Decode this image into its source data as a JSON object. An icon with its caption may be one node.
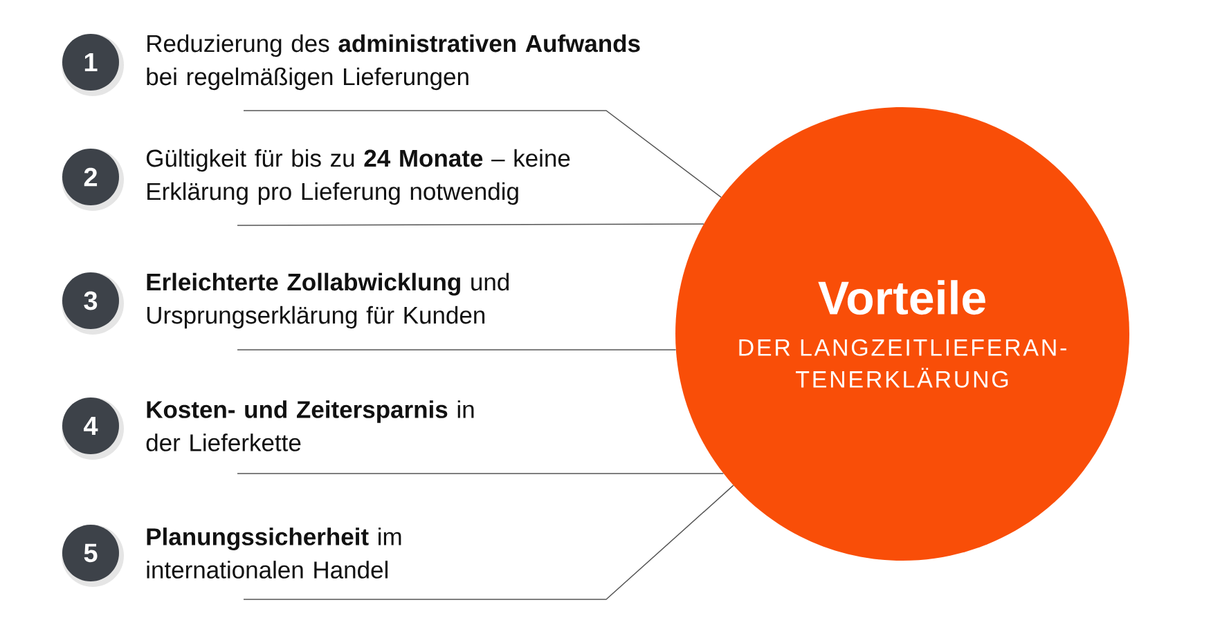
{
  "diagram": {
    "nodes": [
      {
        "text": [
          "Vorteile",
          "DER LANGZEITLIEFERAN-TENERKLÄRUNG"
        ]
      },
      {
        "text": [
          "1"
        ]
      },
      {
        "text": [
          "2"
        ]
      },
      {
        "text": [
          "3"
        ]
      },
      {
        "text": [
          "4"
        ]
      },
      {
        "text": [
          "5"
        ]
      },
      {
        "text": [
          "Reduzierung des **administrativen Aufwands** bei regelmäßigen Lieferungen"
        ]
      },
      {
        "text": [
          "Gültigkeit für bis zu **24 Monate** – keine Erklärung pro Lieferung notwendig"
        ]
      },
      {
        "text": [
          "**Erleichterte Zollabwicklung** und Ursprungserklärung für Kunden"
        ]
      },
      {
        "text": [
          "**Kosten- und Zeitersparnis** in der Lieferkette"
        ]
      },
      {
        "text": [
          "**Planungssicherheit** im internationalen Handel"
        ]
      }
    ],
    "edges": [
      {
        "from": 6,
        "to": 0,
        "arrow": "none"
      },
      {
        "from": 7,
        "to": 0,
        "arrow": "none"
      },
      {
        "from": 8,
        "to": 0,
        "arrow": "none"
      },
      {
        "from": 9,
        "to": 0,
        "arrow": "none"
      },
      {
        "from": 10,
        "to": 0,
        "arrow": "none"
      }
    ]
  }
}
